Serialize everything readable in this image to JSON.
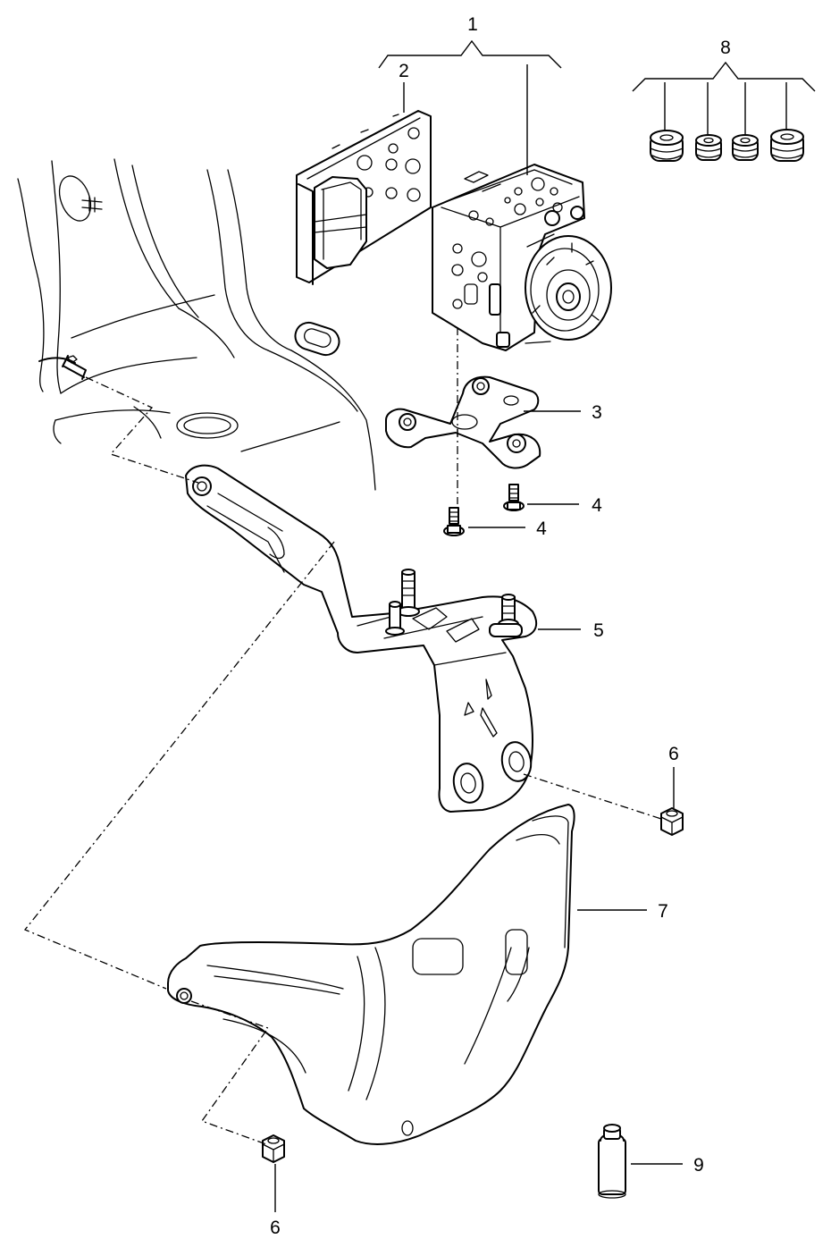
{
  "callouts": {
    "c1": "1",
    "c2": "2",
    "c3": "3",
    "c4a": "4",
    "c4b": "4",
    "c5": "5",
    "c6a": "6",
    "c6b": "6",
    "c7": "7",
    "c8": "8",
    "c9": "9"
  },
  "parts": {
    "p1": "abs-hydraulic-unit-with-control-unit",
    "p2": "control-unit",
    "p3": "mounting-bracket",
    "p4": "bolt",
    "p5": "support-bracket",
    "p6": "hex-nut",
    "p7": "heat-shield-cover",
    "p8": "rubber-grommets",
    "p9": "sealing-plug"
  }
}
